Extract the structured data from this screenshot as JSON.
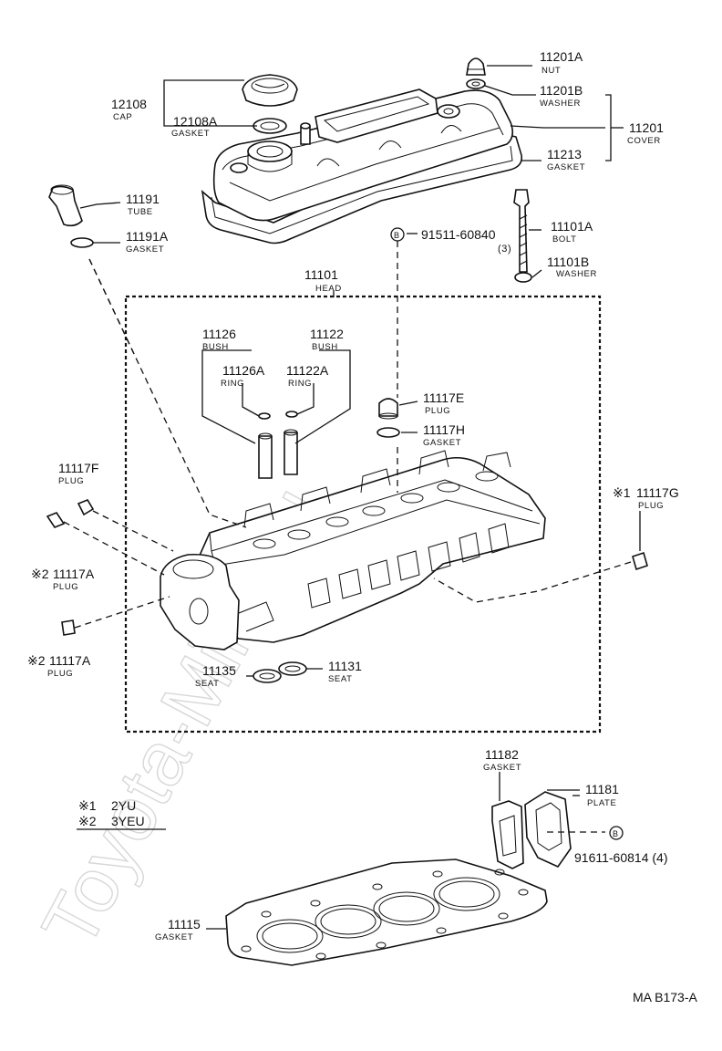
{
  "watermark": "Toyota-Mine.ru",
  "figure_code": "MA B173-A",
  "legend": {
    "rows": [
      {
        "mark": "※1",
        "text": "2YU"
      },
      {
        "mark": "※2",
        "text": "3YEU"
      }
    ]
  },
  "labels": {
    "p12108": {
      "num": "12108",
      "name": "CAP"
    },
    "p12108A": {
      "num": "12108A",
      "name": "GASKET"
    },
    "p11201A": {
      "num": "11201A",
      "name": "NUT"
    },
    "p11201B": {
      "num": "11201B",
      "name": "WASHER"
    },
    "p11201": {
      "num": "11201",
      "name": "COVER"
    },
    "p11213": {
      "num": "11213",
      "name": "GASKET"
    },
    "p11191": {
      "num": "11191",
      "name": "TUBE"
    },
    "p11191A": {
      "num": "11191A",
      "name": "GASKET"
    },
    "p91511": {
      "mark": "B",
      "num": "91511-60840",
      "qty": "(3)"
    },
    "p11101A": {
      "num": "11101A",
      "name": "BOLT"
    },
    "p11101B": {
      "num": "11101B",
      "name": "WASHER"
    },
    "p11101": {
      "num": "11101",
      "name": "HEAD"
    },
    "p11126": {
      "num": "11126",
      "name": "BUSH"
    },
    "p11122": {
      "num": "11122",
      "name": "BUSH"
    },
    "p11126A": {
      "num": "11126A",
      "name": "RING"
    },
    "p11122A": {
      "num": "11122A",
      "name": "RING"
    },
    "p11117E": {
      "num": "11117E",
      "name": "PLUG"
    },
    "p11117H": {
      "num": "11117H",
      "name": "GASKET"
    },
    "p11117F": {
      "num": "11117F",
      "name": "PLUG"
    },
    "p11117G": {
      "mark": "※1",
      "num": "11117G",
      "name": "PLUG"
    },
    "p11117A_1": {
      "mark": "※2",
      "num": "11117A",
      "name": "PLUG"
    },
    "p11117A_2": {
      "mark": "※2",
      "num": "11117A",
      "name": "PLUG"
    },
    "p11135": {
      "num": "11135",
      "name": "SEAT"
    },
    "p11131": {
      "num": "11131",
      "name": "SEAT"
    },
    "p11182": {
      "num": "11182",
      "name": "GASKET"
    },
    "p11181": {
      "num": "11181",
      "name": "PLATE"
    },
    "p91611": {
      "mark": "B",
      "num": "91611-60814 (4)"
    },
    "p11115": {
      "num": "11115",
      "name": "GASKET"
    }
  }
}
